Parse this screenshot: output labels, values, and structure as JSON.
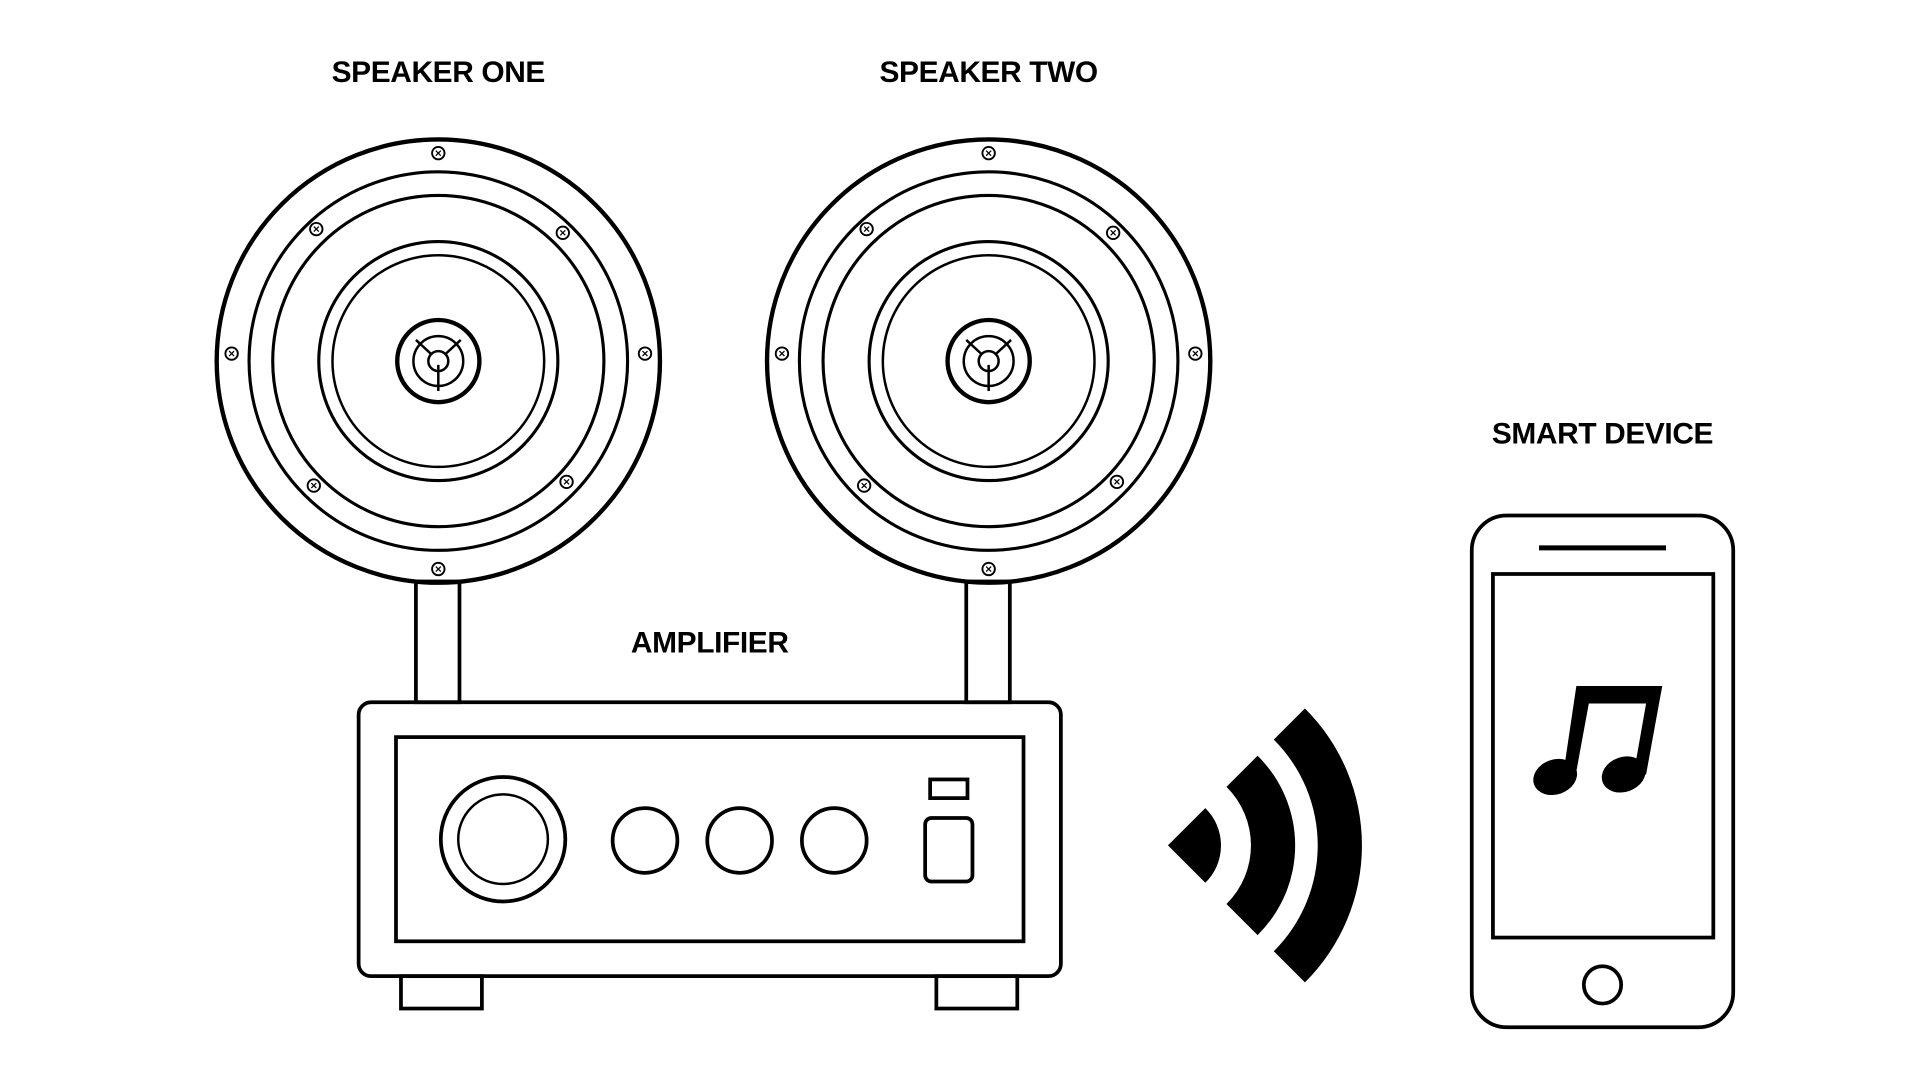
{
  "labels": {
    "speaker_one": "SPEAKER ONE",
    "speaker_two": "SPEAKER TWO",
    "amplifier": "AMPLIFIER",
    "smart_device": "SMART DEVICE"
  },
  "icons": {
    "phone_screen": "music-note-icon",
    "signal": "wireless-signal-icon"
  },
  "colors": {
    "line": "#000000",
    "background": "#ffffff"
  }
}
